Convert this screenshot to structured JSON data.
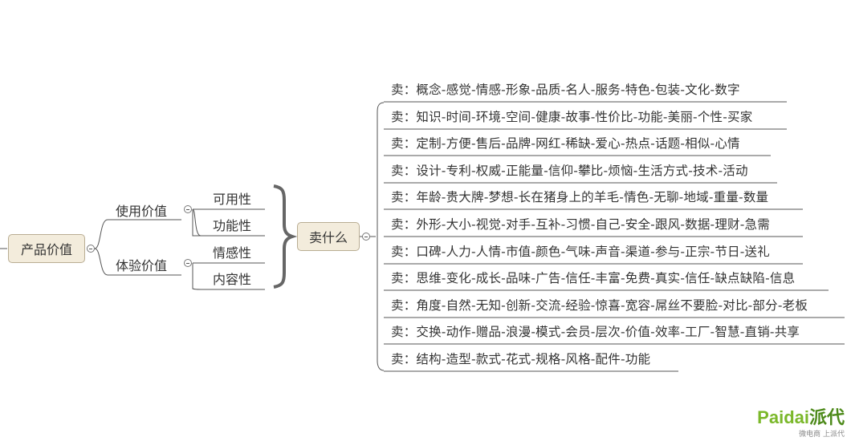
{
  "root": {
    "label": "产品价值"
  },
  "groups": [
    {
      "label": "使用价值",
      "children": [
        "可用性",
        "功能性"
      ]
    },
    {
      "label": "体验价值",
      "children": [
        "情感性",
        "内容性"
      ]
    }
  ],
  "center": {
    "label": "卖什么"
  },
  "items": [
    "卖：概念-感觉-情感-形象-品质-名人-服务-特色-包装-文化-数字",
    "卖：知识-时间-环境-空间-健康-故事-性价比-功能-美丽-个性-买家",
    "卖：定制-方便-售后-品牌-网红-稀缺-爱心-热点-话题-相似-心情",
    "卖：设计-专利-权威-正能量-信仰-攀比-烦恼-生活方式-技术-活动",
    "卖：年龄-贵大牌-梦想-长在猪身上的羊毛-情色-无聊-地域-重量-数量",
    "卖：外形-大小-视觉-对手-互补-习惯-自己-安全-跟风-数据-理财-急需",
    "卖：口碑-人力-人情-市值-颜色-气味-声音-渠道-参与-正宗-节日-送礼",
    "卖：思维-变化-成长-品味-广告-信任-丰富-免费-真实-信任-缺点缺陷-信息",
    "卖：角度-自然-无知-创新-交流-经验-惊喜-宽容-屌丝不要脸-对比-部分-老板",
    "卖：交换-动作-赠品-浪漫-模式-会员-层次-价值-效率-工厂-智慧-直销-共享",
    "卖：结构-造型-款式-花式-规格-风格-配件-功能"
  ],
  "watermark": {
    "brand_a": "Paidai",
    "brand_b": "派代",
    "tagline": "微电商 上派代"
  },
  "colors": {
    "node_fill": "#f3ecdc",
    "node_border": "#b9ad93",
    "line": "#555555"
  }
}
